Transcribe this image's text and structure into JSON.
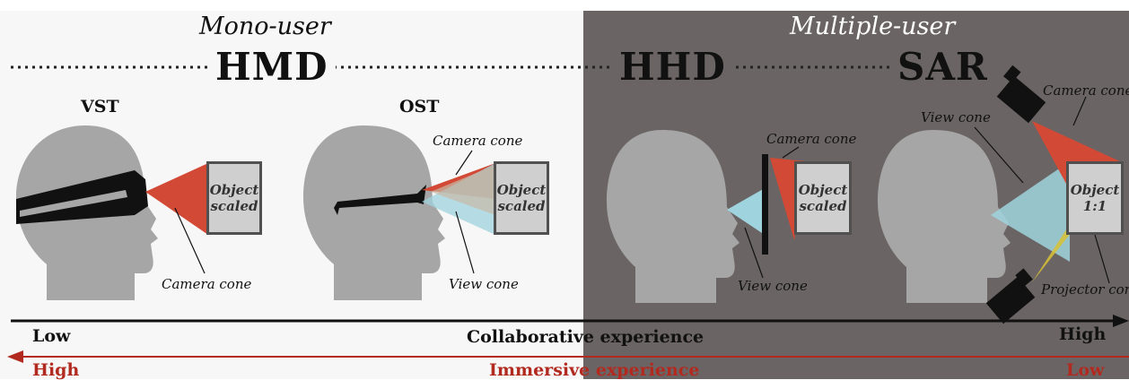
{
  "sections": {
    "mono": "Mono-user",
    "multi": "Multiple-user"
  },
  "categories": {
    "hmd": "HMD",
    "hhd": "HHD",
    "sar": "SAR",
    "vst": "VST",
    "ost": "OST"
  },
  "boxes": {
    "vst": "Object\nscaled",
    "ost": "Object\nscaled",
    "hhd": "Object\nscaled",
    "sar": "Object\n1:1"
  },
  "labels": {
    "vst_camera": "Camera cone",
    "ost_camera": "Camera cone",
    "ost_view": "View cone",
    "hhd_camera": "Camera cone",
    "hhd_view": "View cone",
    "sar_camera": "Camera cone",
    "sar_view": "View cone",
    "sar_projector": "Projector cone"
  },
  "axes": {
    "collab": {
      "title": "Collaborative experience",
      "start": "Low",
      "end": "High"
    },
    "immersive": {
      "title": "Immersive experience",
      "start": "High",
      "end": "Low"
    }
  },
  "colors": {
    "camera_cone": "#d24a35",
    "view_cone": "#9fd3dd",
    "projector_cone": "#d8c235",
    "head": "#a6a6a6",
    "dark_overlay": "#6b6464",
    "immersive_red": "#b22a1f",
    "device_black": "#111111"
  }
}
